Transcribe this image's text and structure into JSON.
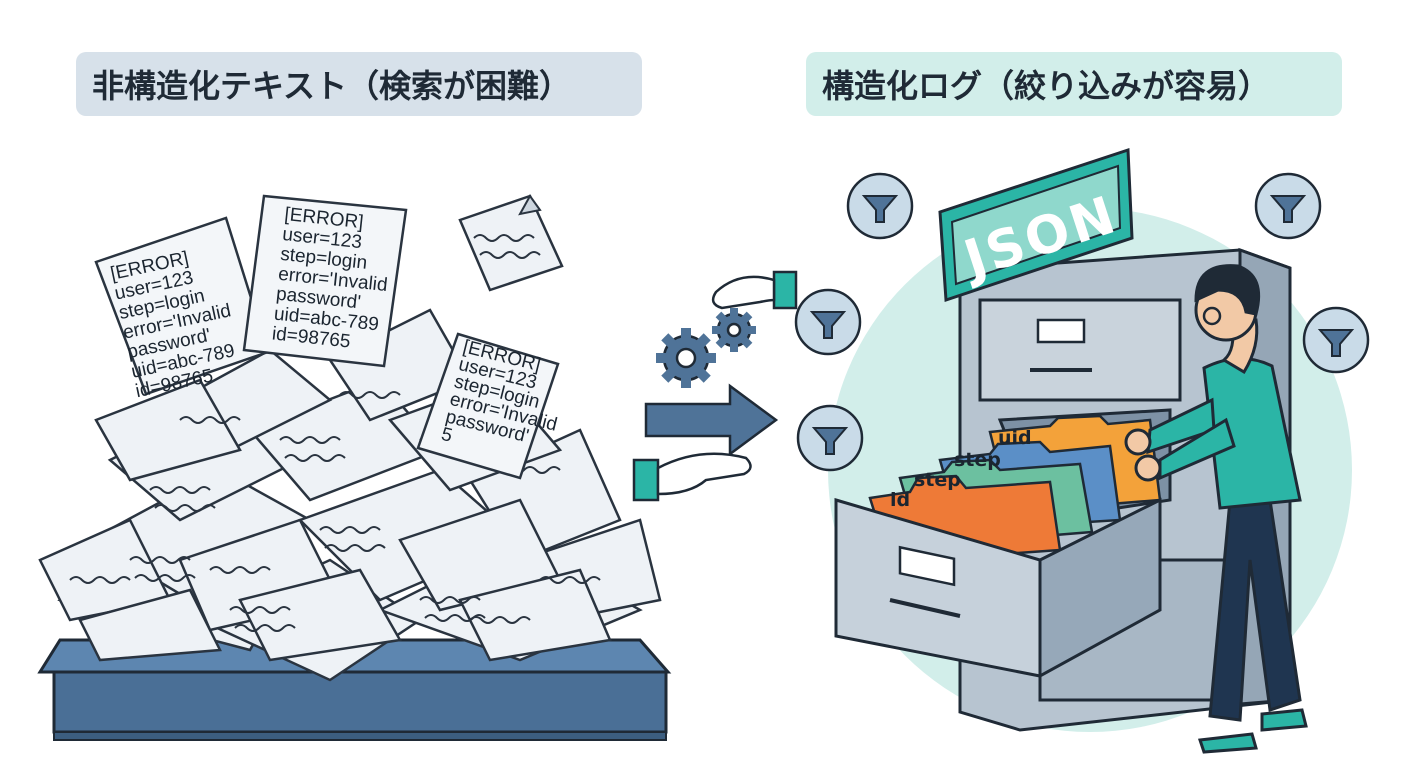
{
  "titles": {
    "unstructured": "非構造化テキスト（検索が困難）",
    "structured": "構造化ログ（絞り込みが容易）"
  },
  "log_note_1": [
    "[ERROR]",
    "user=123",
    "step=login",
    "error='Invalid",
    "password'",
    "uid=abc-789",
    "id=98765"
  ],
  "log_note_2": [
    "[ERROR]",
    "user=123",
    "step=login",
    "error='Invalid",
    "password'",
    "uid=abc-789",
    "id=98765"
  ],
  "log_note_3": [
    "[ERROR]",
    "user=123",
    "step=login",
    "error='Invalid",
    "password'",
    "5"
  ],
  "cabinet": {
    "sign": "JSON",
    "folder_tabs": [
      "uid",
      "step",
      "id"
    ]
  },
  "colors": {
    "title_left_bg": "#d7e1ea",
    "title_right_bg": "#d2eeea",
    "teal": "#2bb5a6",
    "steel": "#4f7398",
    "tab_orange_uid": "#f3a23a",
    "tab_orange_id": "#ee7a37",
    "tab_blue": "#5b8fc7",
    "tab_green": "#6cc0a0"
  },
  "icons": [
    "gears-icon",
    "arrow-right-icon",
    "hand-icon",
    "funnel-icon"
  ]
}
